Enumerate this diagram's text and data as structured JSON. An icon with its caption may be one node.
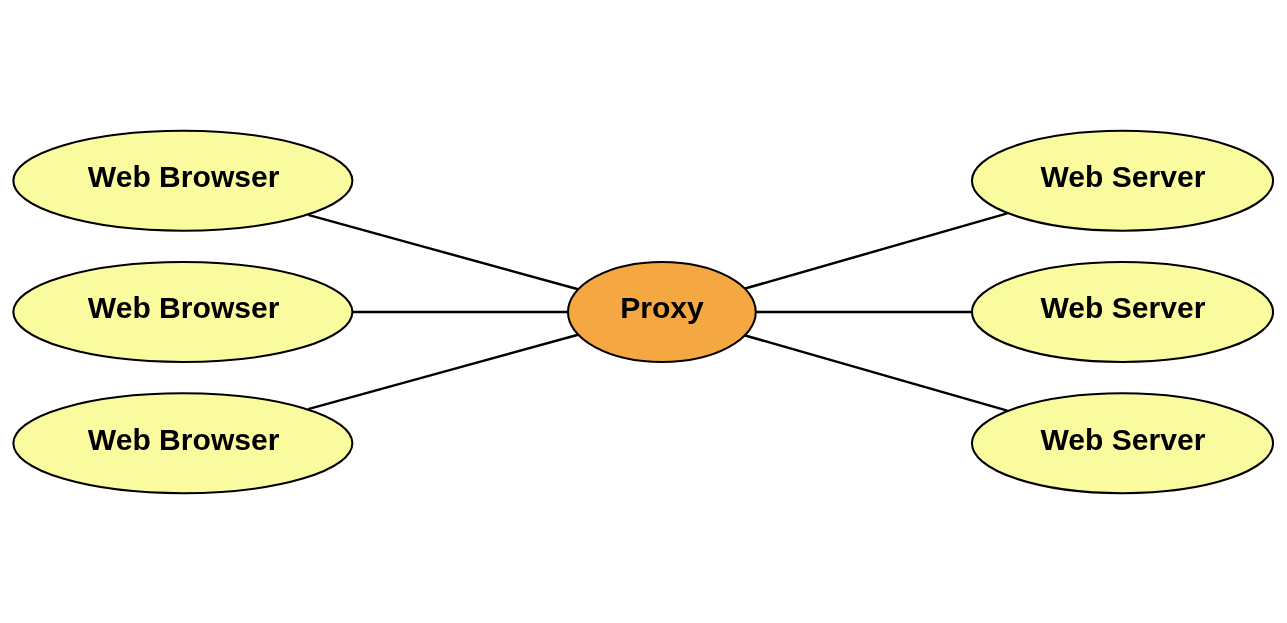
{
  "diagram": {
    "nodes": [
      {
        "text": [
          "Web Browser"
        ]
      },
      {
        "text": [
          "Web Browser"
        ]
      },
      {
        "text": [
          "Web Browser"
        ]
      },
      {
        "text": [
          "Proxy"
        ]
      },
      {
        "text": [
          "Web Server"
        ]
      },
      {
        "text": [
          "Web Server"
        ]
      },
      {
        "text": [
          "Web Server"
        ]
      }
    ],
    "edges": [
      {
        "from": 0,
        "to": 3,
        "arrow": "none"
      },
      {
        "from": 1,
        "to": 3,
        "arrow": "none"
      },
      {
        "from": 2,
        "to": 3,
        "arrow": "none"
      },
      {
        "from": 3,
        "to": 4,
        "arrow": "none"
      },
      {
        "from": 3,
        "to": 5,
        "arrow": "none"
      },
      {
        "from": 3,
        "to": 6,
        "arrow": "none"
      }
    ]
  }
}
